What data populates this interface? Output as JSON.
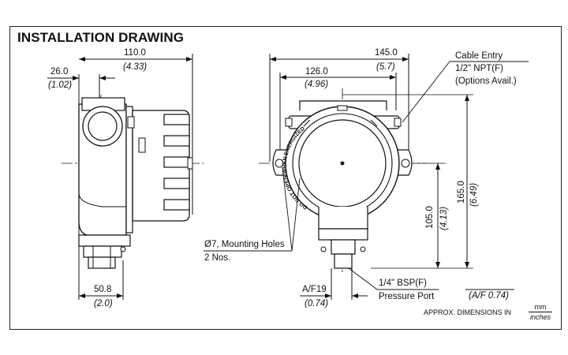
{
  "title": "INSTALLATION DRAWING",
  "side_view": {
    "width_mm": "110.0",
    "width_in": "(4.33)",
    "depth_mm": "26.0",
    "depth_in": "(1.02)",
    "base_mm": "50.8",
    "base_in": "(2.0)"
  },
  "front_view": {
    "width_mm": "145.0",
    "width_in": "(5.7)",
    "inner_mm": "126.0",
    "inner_in": "(4.96)",
    "height_mm": "165.0",
    "height_in": "(6.49)",
    "center_height_mm": "105.0",
    "center_height_in": "(4.13)",
    "af_mm": "A/F19",
    "af_in": "(0.74)",
    "af_alt": "(A/F 0.74)"
  },
  "callouts": {
    "cable_entry_1": "Cable Entry",
    "cable_entry_2": "1/2\" NPT(F)",
    "cable_entry_3": "(Options Avail.)",
    "mounting_1": "Ø7, Mounting Holes",
    "mounting_2": "2 Nos.",
    "pressure_1": "1/4\" BSP(F)",
    "pressure_2": "Pressure Port"
  },
  "lid_text": "DO NOT OPEN WHEN ENERGIZED",
  "footer": {
    "approx": "APPROX. DIMENSIONS IN",
    "unit_num": "mm",
    "unit_den": "inches"
  }
}
